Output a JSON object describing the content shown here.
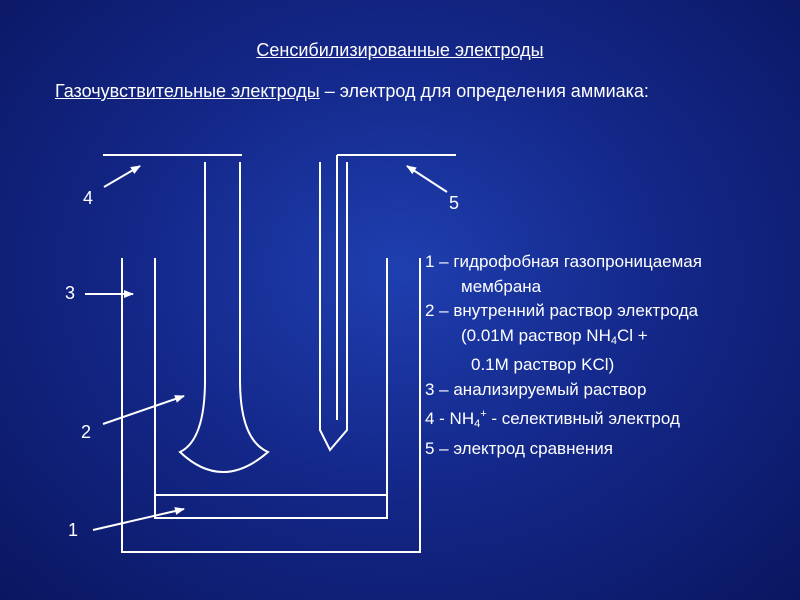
{
  "title": "Сенсибилизированные электроды",
  "intro": {
    "term": "Газочувствительные электроды",
    "rest": " – электрод для определения аммиака:"
  },
  "labels": {
    "n1": "1",
    "n2": "2",
    "n3": "3",
    "n4": "4",
    "n5": "5"
  },
  "legend": {
    "l1a": "1 – гидрофобная газопроницаемая",
    "l1b": "мембрана",
    "l2a": "2 – внутренний раствор электрода",
    "l2b_pre": "(0.01M раствор NH",
    "l2b_sub": "4",
    "l2b_post": "Cl +",
    "l2c": "0.1M раствор KCl)",
    "l3": "3 – анализируемый раствор",
    "l4_pre": "4 - NH",
    "l4_sub": "4",
    "l4_sup": "+",
    "l4_post": " - селективный электрод",
    "l5": "5 – электрод сравнения"
  },
  "colors": {
    "line": "#ffffff",
    "background": "#14288a"
  }
}
